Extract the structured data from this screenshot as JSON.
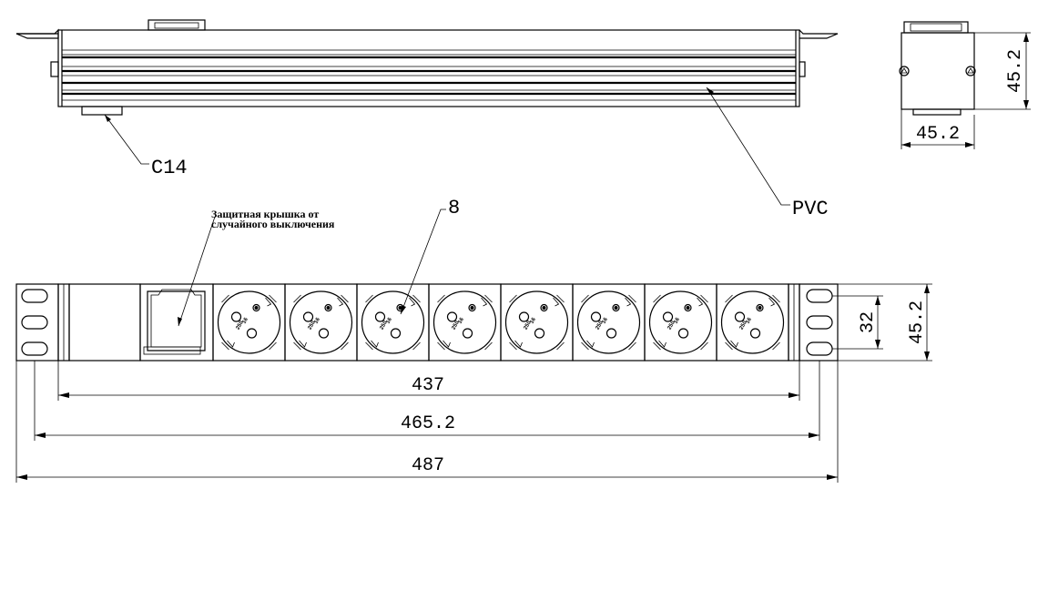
{
  "callouts": {
    "c14": "C14",
    "pvc": "PVC",
    "outlet_count": "8",
    "cover_note_line1": "Защитная крышка от",
    "cover_note_line2": "случайного выключения"
  },
  "dimensions": {
    "side_height": "45.2",
    "side_width": "45.2",
    "front_height": "45.2",
    "mount_spacing": "32",
    "body_width": "437",
    "mount_width": "465.2",
    "overall_width": "487"
  },
  "socket": {
    "rating_a": "16",
    "rating_v": "250"
  },
  "sockets_count": 8
}
